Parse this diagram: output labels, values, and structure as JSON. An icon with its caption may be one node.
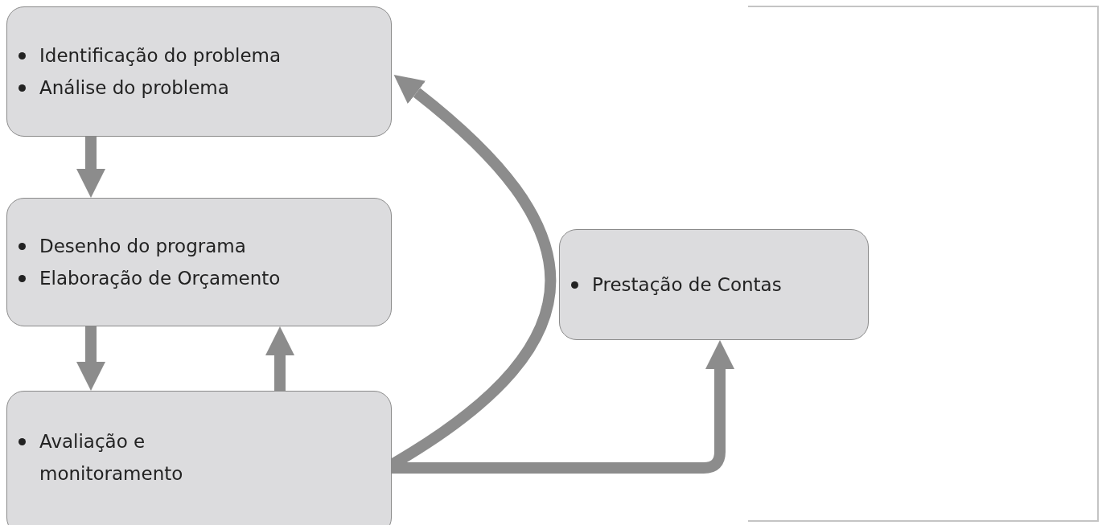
{
  "diagram": {
    "nodes": [
      {
        "text": [
          "Identificação do problema",
          "Análise do problema"
        ]
      },
      {
        "text": [
          "Desenho do programa",
          "Elaboração de Orçamento"
        ]
      },
      {
        "text": [
          "Avaliação e monitoramento"
        ]
      },
      {
        "text": [
          "Prestação de Contas"
        ]
      }
    ],
    "edges": [
      {
        "from": 0,
        "to": 1,
        "arrow": "to"
      },
      {
        "from": 1,
        "to": 2,
        "arrow": "to"
      },
      {
        "from": 2,
        "to": 1,
        "arrow": "to"
      },
      {
        "from": 2,
        "to": 0,
        "arrow": "to"
      },
      {
        "from": 2,
        "to": 3,
        "arrow": "to"
      }
    ]
  }
}
